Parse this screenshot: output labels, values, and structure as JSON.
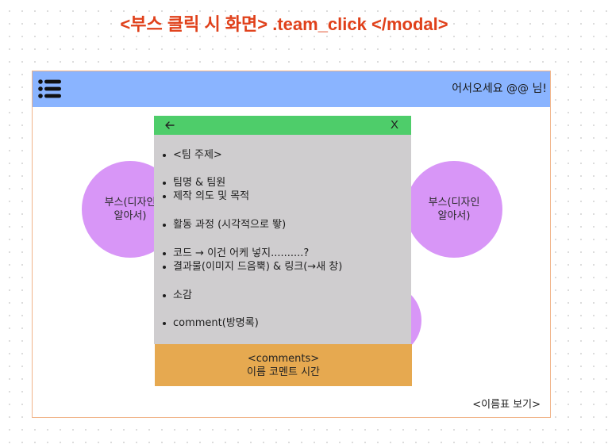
{
  "page_title": "<부스 클릭 시 화면> .team_click </modal>",
  "header": {
    "menu_icon": "list-menu-icon",
    "greeting": "어서오세요 @@ 님!",
    "color": "#8ab4ff"
  },
  "booths": [
    {
      "label": "부스(디자인\n알아서)"
    },
    {
      "label": "부스(디자인\n알아서)"
    }
  ],
  "name_toggle": "<이름표 보기>",
  "modal": {
    "back_icon": "arrow-left-icon",
    "close_label": "X",
    "items": [
      "<팀 주제>",
      "팀명 & 팀원",
      "제작 의도 및 목적",
      "활동 과정 (시각적으로 뙇)",
      "코드 → 이건 어케 넣지..........?",
      "결과물(이미지 드음뿍) & 링크(→새 창)",
      "소감",
      "comment(방명록)"
    ],
    "comments": {
      "title": "<comments>",
      "row": "이름  코멘트 시간"
    }
  },
  "colors": {
    "title": "#e0401a",
    "modal_bar": "#4ecd6a",
    "modal_body": "#cfcdcf",
    "comments": "#e6a950",
    "booth": "#d896f7",
    "frame_border": "#f0b489"
  }
}
